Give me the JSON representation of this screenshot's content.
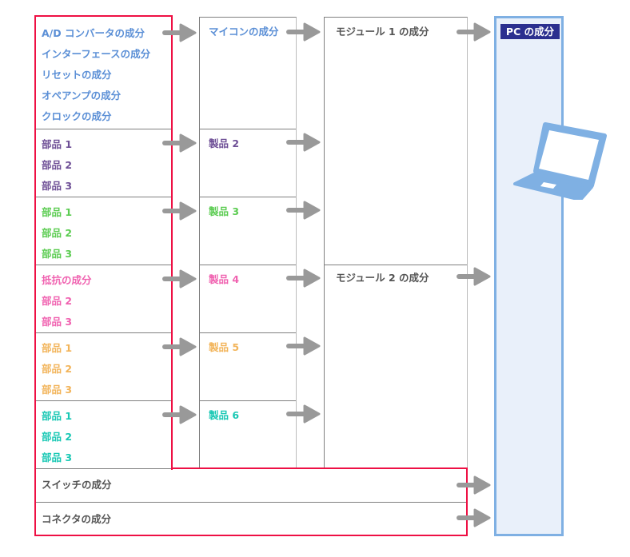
{
  "colors": {
    "blue_text": "#5b8fd6",
    "purple_text": "#6e4f96",
    "green_text": "#5ccc52",
    "pink_text": "#f062b0",
    "orange_text": "#f2b45a",
    "teal_text": "#19c8b4",
    "gray_text": "#555555",
    "arrow": "#999999",
    "red_outline": "#ee1044",
    "pc_border": "#7fb0e3",
    "pc_fill": "#e9f0fa",
    "pc_label_bg": "#2b2f8f"
  },
  "groups": [
    {
      "items": [
        "A/D コンバータの成分",
        "インターフェースの成分",
        "リセットの成分",
        "オペアンプの成分",
        "クロックの成分"
      ],
      "product": "マイコンの成分",
      "color": "blue"
    },
    {
      "items": [
        "部品 1",
        "部品 2",
        "部品 3"
      ],
      "product": "製品 2",
      "color": "purple"
    },
    {
      "items": [
        "部品 1",
        "部品 2",
        "部品 3"
      ],
      "product": "製品 3",
      "color": "green"
    },
    {
      "items": [
        "抵抗の成分",
        "部品 2",
        "部品 3"
      ],
      "product": "製品 4",
      "color": "pink"
    },
    {
      "items": [
        "部品 1",
        "部品 2",
        "部品 3"
      ],
      "product": "製品 5",
      "color": "orange"
    },
    {
      "items": [
        "部品 1",
        "部品 2",
        "部品 3"
      ],
      "product": "製品 6",
      "color": "teal"
    }
  ],
  "modules": [
    "モジュール 1 の成分",
    "モジュール 2 の成分"
  ],
  "bottom_rows": [
    "スイッチの成分",
    "コネクタの成分"
  ],
  "pc": {
    "label": "PC の成分",
    "icon": "laptop-icon"
  }
}
